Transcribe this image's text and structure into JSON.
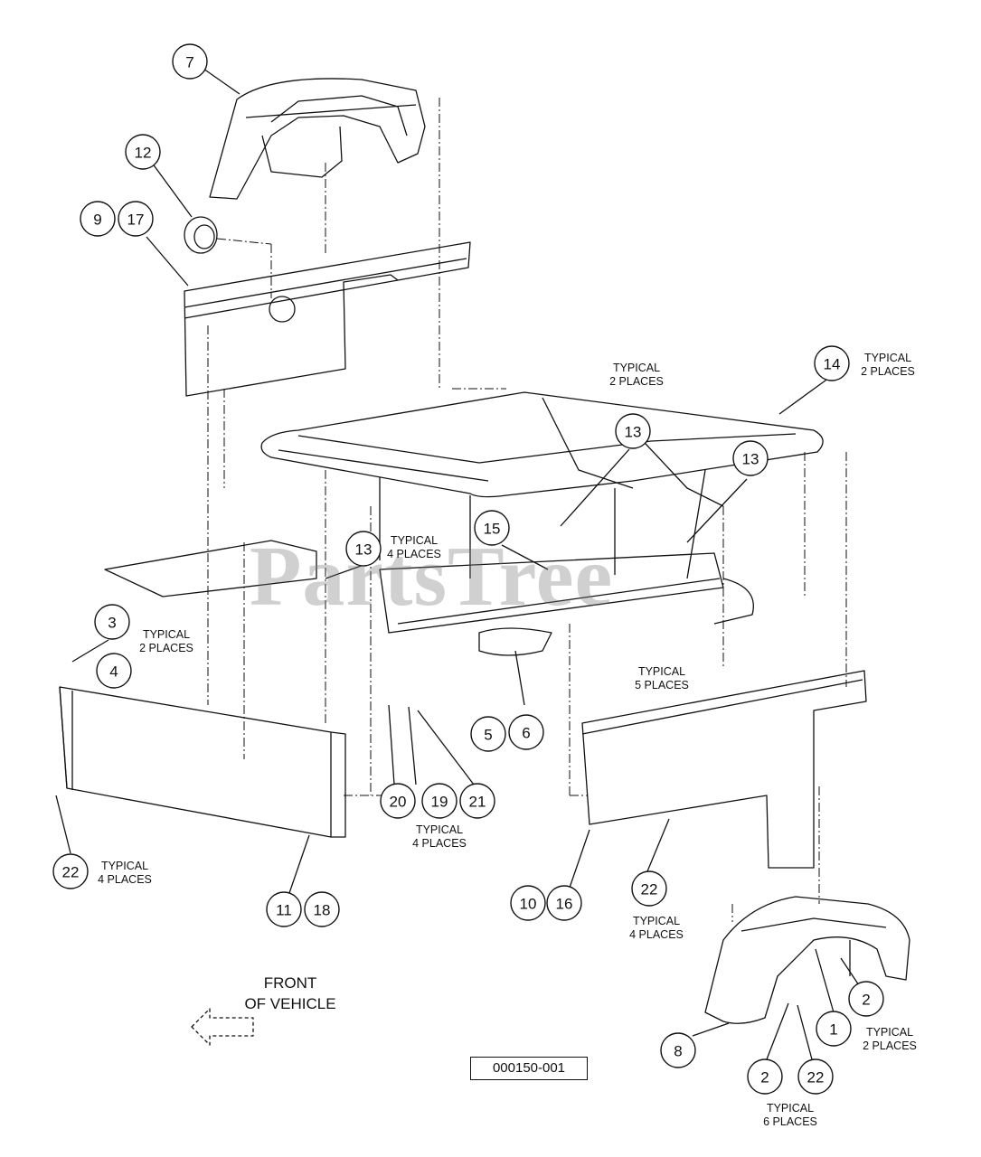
{
  "diagram": {
    "figure_number": "000150-001",
    "watermark": "PartsTree",
    "front_label": "FRONT\nOF VEHICLE",
    "callouts": [
      {
        "label": "7"
      },
      {
        "label": "12"
      },
      {
        "label": "9"
      },
      {
        "label": "17"
      },
      {
        "label": "14"
      },
      {
        "label": "13"
      },
      {
        "label": "13"
      },
      {
        "label": "15"
      },
      {
        "label": "13"
      },
      {
        "label": "3"
      },
      {
        "label": "4"
      },
      {
        "label": "5"
      },
      {
        "label": "6"
      },
      {
        "label": "20"
      },
      {
        "label": "19"
      },
      {
        "label": "21"
      },
      {
        "label": "22"
      },
      {
        "label": "11"
      },
      {
        "label": "18"
      },
      {
        "label": "10"
      },
      {
        "label": "16"
      },
      {
        "label": "22"
      },
      {
        "label": "2"
      },
      {
        "label": "1"
      },
      {
        "label": "8"
      },
      {
        "label": "2"
      },
      {
        "label": "22"
      }
    ],
    "notes": [
      {
        "text": "TYPICAL\n2 PLACES"
      },
      {
        "text": "TYPICAL\n2 PLACES"
      },
      {
        "text": "TYPICAL\n4 PLACES"
      },
      {
        "text": "TYPICAL\n2 PLACES"
      },
      {
        "text": "TYPICAL\n5 PLACES"
      },
      {
        "text": "TYPICAL\n4 PLACES"
      },
      {
        "text": "TYPICAL\n4 PLACES"
      },
      {
        "text": "TYPICAL\n4 PLACES"
      },
      {
        "text": "TYPICAL\n2 PLACES"
      },
      {
        "text": "TYPICAL\n6 PLACES"
      }
    ]
  }
}
